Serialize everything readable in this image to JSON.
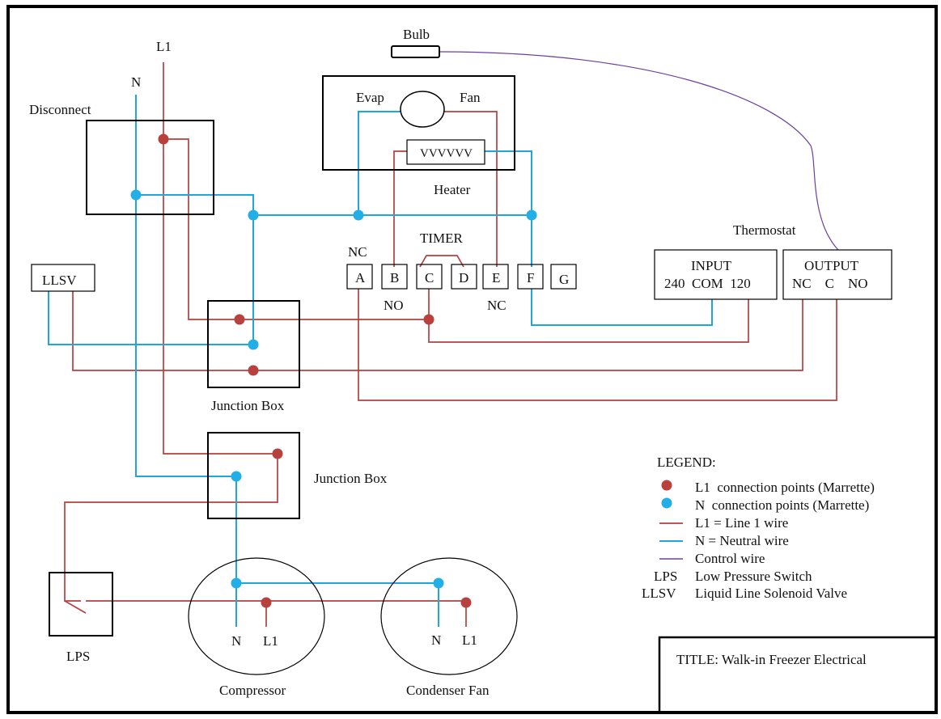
{
  "labels": {
    "l1_top": "L1",
    "n_top": "N",
    "disconnect": "Disconnect",
    "bulb": "Bulb",
    "evap": "Evap",
    "fan": "Fan",
    "heater": "Heater",
    "heater_symbol": "VVVVVV",
    "timer": "TIMER",
    "nc_top": "NC",
    "no_bottom": "NO",
    "nc_bottom": "NC",
    "thermostat": "Thermostat",
    "llsv": "LLSV",
    "junction_box_1": "Junction Box",
    "junction_box_2": "Junction Box",
    "lps": "LPS",
    "compressor": "Compressor",
    "condenser_fan": "Condenser Fan",
    "comp_n": "N",
    "comp_l1": "L1",
    "cf_n": "N",
    "cf_l1": "L1",
    "title": "TITLE: Walk-in Freezer Electrical"
  },
  "timer_terminals": [
    "A",
    "B",
    "C",
    "D",
    "E",
    "F",
    "G"
  ],
  "thermostat_input": {
    "heading": "INPUT",
    "terminals": "240  COM  120"
  },
  "thermostat_output": {
    "heading": "OUTPUT",
    "terminals": "NC    C    NO"
  },
  "legend": {
    "heading": "LEGEND:",
    "items": [
      {
        "key_type": "l1-dot",
        "text": "L1  connection points (Marrette)"
      },
      {
        "key_type": "n-dot",
        "text": "N  connection points (Marrette)"
      },
      {
        "key_type": "l1-line",
        "text": "L1 = Line 1 wire"
      },
      {
        "key_type": "n-line",
        "text": "N = Neutral wire"
      },
      {
        "key_type": "control-line",
        "text": "Control wire"
      },
      {
        "key_type": "abbr",
        "key": "LPS",
        "text": "Low Pressure Switch"
      },
      {
        "key_type": "abbr",
        "key": "LLSV",
        "text": "Liquid Line Solenoid Valve"
      }
    ]
  },
  "colors": {
    "l1_wire": "#b5413f",
    "neutral_wire": "#1fa7dd",
    "control_wire": "#6b3fa0",
    "l1_dot": "#b8403d",
    "n_dot": "#22aee6"
  }
}
